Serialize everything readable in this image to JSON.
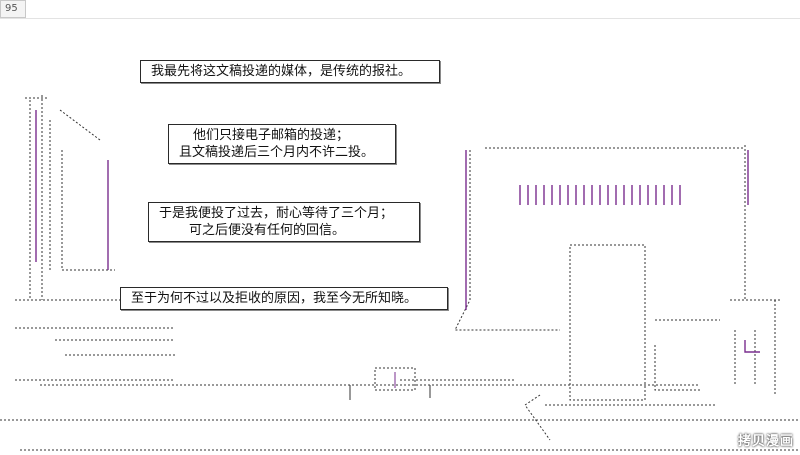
{
  "page_number": "95",
  "captions": [
    [
      "我最先将这文稿投递的媒体，是传统的报社。"
    ],
    [
      "他们只接电子邮箱的投递；",
      "且文稿投递后三个月内不许二投。"
    ],
    [
      "于是我便投了过去，耐心等待了三个月；",
      "可之后便没有任何的回信。"
    ],
    [
      "至于为何不过以及拒收的原因，我至今无所知晓。"
    ]
  ],
  "watermark": "拷贝漫画",
  "colors": {
    "purple": "#7a2e8f",
    "dark": "#333333",
    "box_border": "#2a2a2a"
  }
}
